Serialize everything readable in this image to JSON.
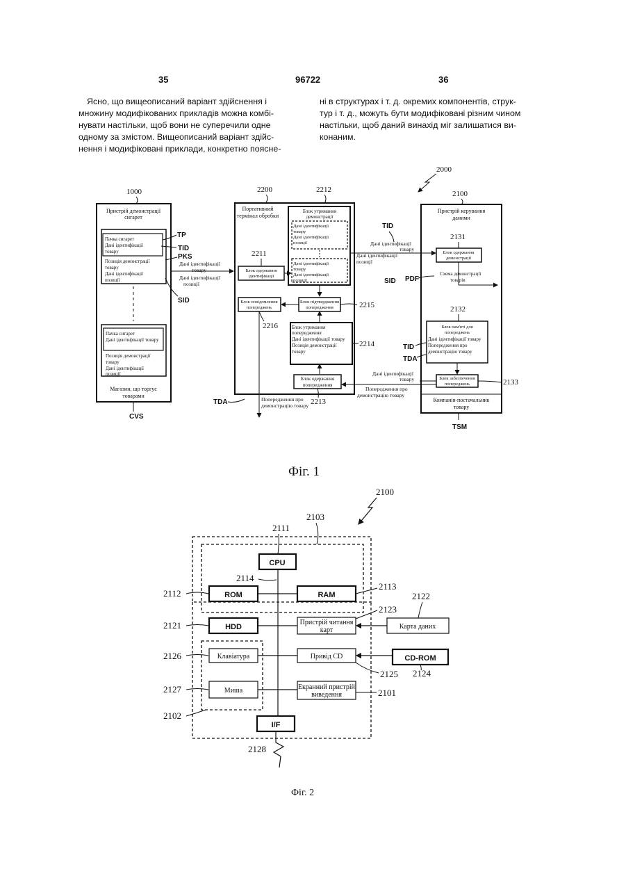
{
  "header": {
    "left_page": "35",
    "doc_number": "96722",
    "right_page": "36"
  },
  "text": {
    "left_lines": [
      "Ясно, що вищеописаний варіант здійснення і",
      "множину модифікованих прикладів можна комбі-",
      "нувати настільки, щоб вони не суперечили одне",
      "одному за змістом. Вищеописаний варіант здійс-",
      "нення і модифіковані приклади, конкретно поясне-"
    ],
    "right_lines": [
      "ні в структурах і т. д. окремих компонентів, струк-",
      "тур і т. д., можуть бути модифіковані різним чином",
      "настільки, щоб даний винахід міг залишатися ви-",
      "конаним."
    ]
  },
  "fig1": {
    "caption": "Фіг. 1",
    "ref_2000": "2000",
    "store": {
      "ref": "1000",
      "title1": "Пристрій демонстрації",
      "title2": "сигарет",
      "card1": [
        "Пачка сигарет",
        "Дані ідентифікації",
        "товару"
      ],
      "card2": [
        "Позиція демонстрації",
        "товару",
        "Дані ідентифікації",
        "позиції"
      ],
      "card3": [
        "Пачка сигарет",
        "Дані ідентифікації товару"
      ],
      "card4": [
        "Позиція демонстрації",
        "товару",
        "Дані ідентифікації",
        "позиції"
      ],
      "footer1": "Магазин, що торгує",
      "footer2": "товарами",
      "code": "CVS",
      "tp": "TP",
      "tid": "TID",
      "pks": "PKS",
      "sid": "SID",
      "side_label": [
        "Дані ідентифікації",
        "товару"
      ],
      "side_label2": [
        "Дані ідентифікації",
        "позиції"
      ]
    },
    "terminal": {
      "ref": "2200",
      "title1": "Портативний",
      "title2": "термінал обробки",
      "ref_2212": "2212",
      "acq_title": [
        "Блок утримання",
        "демонстрації"
      ],
      "acq_data1": [
        "Дані ідентифікації",
        "товару",
        "Дані ідентифікації",
        "позиції"
      ],
      "acq_data2": [
        "Дані ідентифікації",
        "товару",
        "Дані ідентифікації",
        "позиції"
      ],
      "ref_2211": "2211",
      "id_block": [
        "Блок одержання",
        "ідентифікації"
      ],
      "notify_block": [
        "Блок повідомлення",
        "попереджень"
      ],
      "confirm_block": [
        "Блок підтвердження",
        "попередження"
      ],
      "hold_block": [
        "Блок утримання",
        "попередження",
        "Дані ідентифікації товару",
        "Позиція демонстрації",
        "товару"
      ],
      "get_block": [
        "Блок одержання",
        "попередження"
      ],
      "ref_2215": "2215",
      "ref_2216": "2216",
      "ref_2214": "2214",
      "ref_2213": "2213",
      "tda": "TDA",
      "bottom_label": [
        "Попередження про",
        "демонстрацію товару"
      ]
    },
    "middle": {
      "tid": "TID",
      "sid": "SID",
      "label": [
        "Дані ідентифікації",
        "товару",
        "Дані ідентифікації",
        "позиції"
      ]
    },
    "manager": {
      "ref": "2100",
      "title1": "Пристрій керування",
      "title2": "даними",
      "ref_2131": "2131",
      "get_demo": [
        "Блок одержання",
        "демонстрації"
      ],
      "pdf": "PDF",
      "scheme": [
        "Схема демонстрації",
        "товарів"
      ],
      "ref_2132": "2132",
      "memory": [
        "Блок пам'яті для",
        "попереджень",
        "Дані ідентифікації товару",
        "Попередження про",
        "демонстрацію товару"
      ],
      "tid": "TID",
      "tda": "TDA",
      "supply": [
        "Блок забезпечення",
        "попереджень"
      ],
      "data_label": [
        "Дані ідентифікації",
        "товару"
      ],
      "warn_label": [
        "Попередження про",
        "демонстрацію товару"
      ],
      "ref_2133": "2133",
      "footer1": "Компанія-постачальник",
      "footer2": "товару",
      "code": "TSM"
    }
  },
  "fig2": {
    "caption": "Фіг. 2",
    "ref_2100": "2100",
    "ref_2103": "2103",
    "ref_2111": "2111",
    "ref_2114": "2114",
    "cpu": "CPU",
    "rom": "ROM",
    "ram": "RAM",
    "hdd": "HDD",
    "card_reader": [
      "Пристрій читання",
      "карт"
    ],
    "data_card": "Карта даних",
    "keyboard": "Клавіатура",
    "cd_drive": "Привід CD",
    "cdrom": "CD-ROM",
    "mouse": "Миша",
    "display": [
      "Екранний пристрій",
      "виведення"
    ],
    "if": "I/F",
    "ref_2112": "2112",
    "ref_2113": "2113",
    "ref_2121": "2121",
    "ref_2122": "2122",
    "ref_2123": "2123",
    "ref_2126": "2126",
    "ref_2125": "2125",
    "ref_2124": "2124",
    "ref_2127": "2127",
    "ref_2101": "2101",
    "ref_2102": "2102",
    "ref_2128": "2128"
  }
}
